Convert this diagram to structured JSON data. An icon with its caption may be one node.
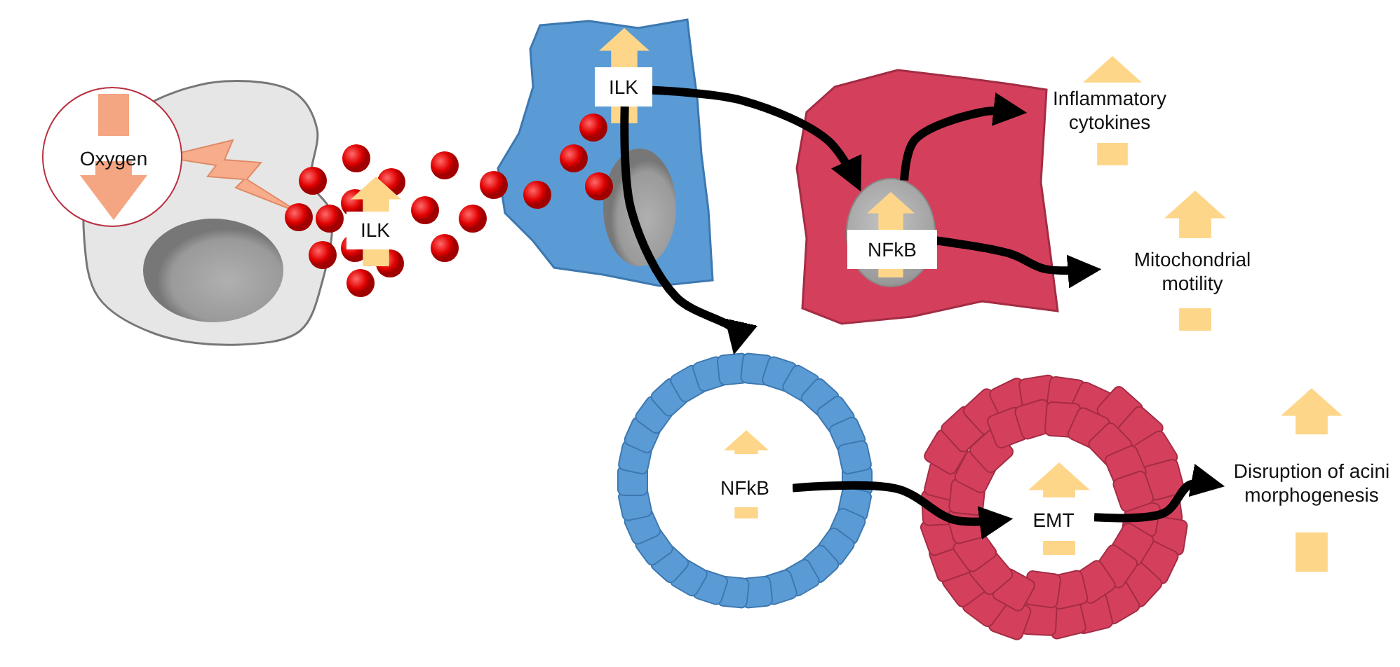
{
  "diagram": {
    "nodes": [
      {
        "text": [
          "Oxygen"
        ]
      },
      {
        "text": [
          "ILK"
        ]
      },
      {
        "text": [],
        "shape": "picture"
      },
      {
        "text": [
          "ILK"
        ],
        "in": 2
      },
      {
        "text": [],
        "shape": "picture"
      },
      {
        "text": [
          "NFkB"
        ],
        "in": 4
      },
      {
        "text": [
          "Inflammatory cytokines"
        ]
      },
      {
        "text": [
          "Mitochondrial motility"
        ]
      },
      {
        "text": [],
        "shape": "picture"
      },
      {
        "text": [
          "NFkB"
        ],
        "in": 8
      },
      {
        "text": [],
        "shape": "picture"
      },
      {
        "text": [
          "EMT"
        ],
        "in": 10
      },
      {
        "text": [
          "Disruption of acini morphogenesis"
        ]
      }
    ],
    "edges": [
      {
        "from": 3,
        "to": 5,
        "arrow": "to"
      },
      {
        "from": 5,
        "to": 6,
        "arrow": "to"
      },
      {
        "from": 5,
        "to": 7,
        "arrow": "to"
      },
      {
        "from": 3,
        "to": 8,
        "arrow": "to"
      },
      {
        "from": 9,
        "to": 11,
        "arrow": "to"
      },
      {
        "from": 11,
        "to": 12,
        "arrow": "to"
      }
    ]
  }
}
